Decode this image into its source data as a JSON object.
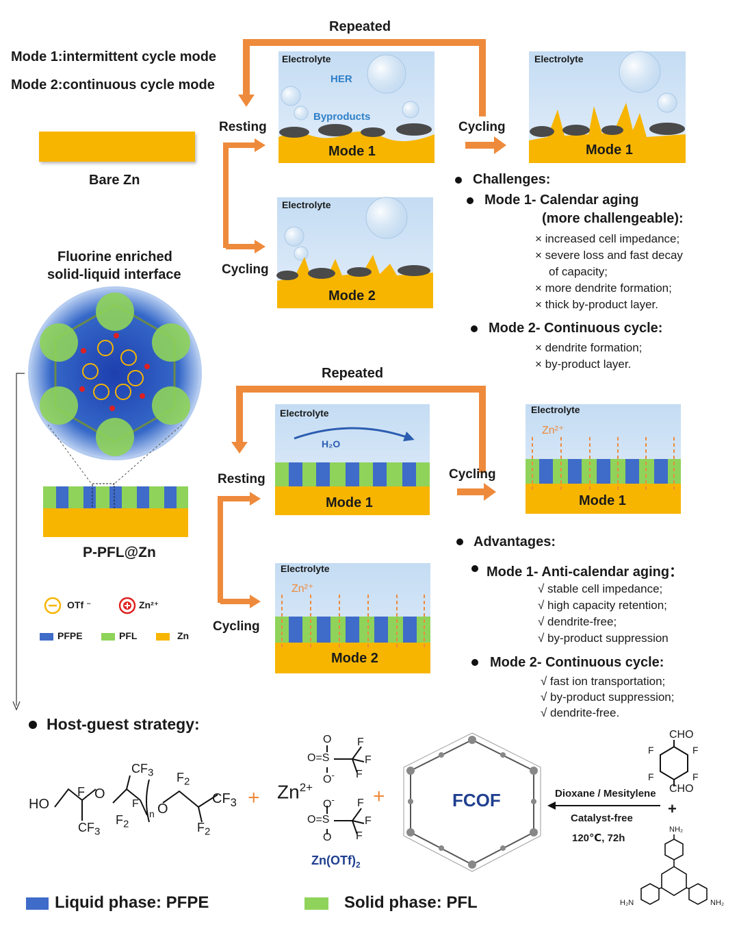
{
  "modes": {
    "mode1_line": "Mode 1:intermittent cycle mode",
    "mode2_line": "Mode 2:continuous cycle mode"
  },
  "labels": {
    "repeated": "Repeated",
    "resting": "Resting",
    "cycling": "Cycling",
    "electrolyte": "Electrolyte",
    "her": "HER",
    "byproducts": "Byproducts",
    "mode1": "Mode 1",
    "mode2": "Mode 2",
    "bare_zn": "Bare Zn",
    "zn2": "Zn²⁺",
    "h2o": "H₂O"
  },
  "interface": {
    "title_line1": "Fluorine enriched",
    "title_line2": "solid-liquid interface",
    "coating_name": "P-PFL@Zn"
  },
  "legend": {
    "otf": "OTf ⁻",
    "zn2": "Zn²⁺",
    "pfpe": "PFPE",
    "pfl": "PFL",
    "zn": "Zn"
  },
  "challenges": {
    "heading": "Challenges:",
    "mode1_title": "Mode 1- Calendar aging",
    "mode1_sub": "(more challengeable):",
    "mode1_items": [
      "× increased cell impedance;",
      "× severe loss and fast decay",
      "of capacity;",
      "× more dendrite formation;",
      "× thick by-product layer."
    ],
    "mode2_title": "Mode 2- Continuous cycle:",
    "mode2_items": [
      "× dendrite formation;",
      "× by-product layer."
    ]
  },
  "advantages": {
    "heading": "Advantages:",
    "mode1_title": "Mode 1- Anti-calendar aging：",
    "mode1_items": [
      "√  stable cell impedance;",
      "√  high capacity retention;",
      "√  dendrite-free;",
      "√  by-product suppression"
    ],
    "mode2_title": "Mode 2- Continuous cycle:",
    "mode2_items": [
      "√  fast ion transportation;",
      "√  by-product suppression;",
      "√  dendrite-free."
    ]
  },
  "strategy": {
    "heading": "Host-guest strategy:",
    "zn_ion": "Zn",
    "zn_ion_sup": "2+",
    "zn_salt": "Zn(OTf)",
    "zn_salt_sub": "2",
    "fcof": "FCOF",
    "cond1": "Dioxane / Mesitylene",
    "cond2": "Catalyst-free",
    "cond3": "120℃, 72h",
    "cho": "CHO",
    "nh2": "NH₂",
    "h2n": "H₂N",
    "plus": "+"
  },
  "footer": {
    "liquid": "Liquid phase: PFPE",
    "solid": "Solid phase: PFL"
  },
  "colors": {
    "zn": "#f7b500",
    "electrolyte": "#cfe3f5",
    "pfpe": "#3f6bc9",
    "pfl": "#8fd35a",
    "arrow": "#ee8a3c",
    "byproduct": "#4a4a4a",
    "her_text": "#2e7fc6",
    "zn_ion_text": "#ee8a3c"
  }
}
